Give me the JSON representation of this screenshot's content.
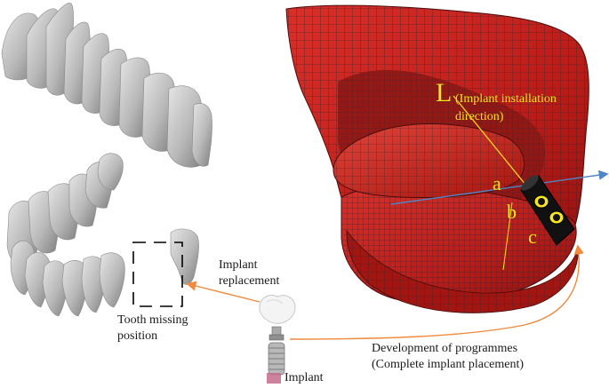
{
  "labels": {
    "tooth_missing_line1": "Tooth missing",
    "tooth_missing_line2": "position",
    "implant_replacement_line1": "Implant",
    "implant_replacement_line2": "replacement",
    "implant": "Implant",
    "development_line1": "Development of programmes",
    "development_line2": "(Complete implant placement)"
  },
  "model_labels": {
    "L": "L",
    "direction_line1": "(Implant installation",
    "direction_line2": "direction)",
    "a": "a",
    "b": "b",
    "c": "c"
  },
  "colors": {
    "tooth": "#bdbdbd",
    "mesh_red": "#c0201c",
    "mesh_dark": "#7a0f0d",
    "mesh_node": "#1d3a6e",
    "arrow_orange": "#f08a3c",
    "label_yellow": "#f7e51d",
    "axis_blue": "#4f86c6"
  }
}
